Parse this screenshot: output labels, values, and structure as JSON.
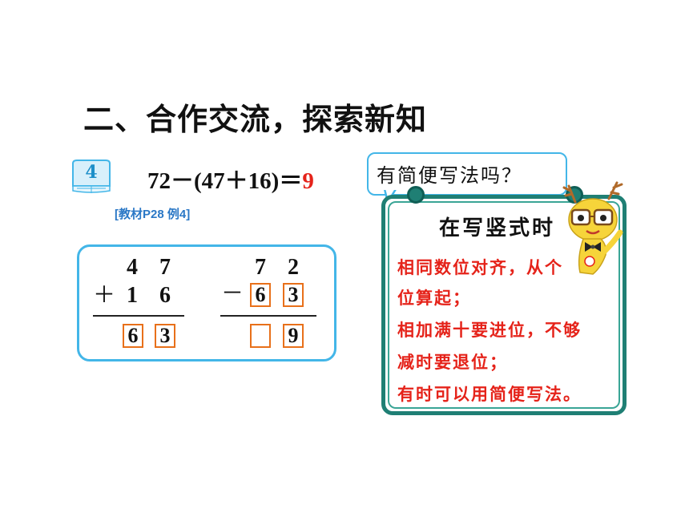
{
  "title": "二、合作交流，探索新知",
  "example": {
    "badge_number": "4",
    "equation_left": "72－(47＋16)＝",
    "equation_answer": "9",
    "textbook_ref": "[教材P28 例4]"
  },
  "vertical_calc": {
    "addition": {
      "top_digits": [
        "4",
        "7"
      ],
      "operator": "＋",
      "bottom_digits": [
        "1",
        "6"
      ],
      "result_digits": [
        "6",
        "3"
      ]
    },
    "subtraction": {
      "top_digits": [
        "7",
        "2"
      ],
      "operator": "－",
      "bottom_digits": [
        "6",
        "3"
      ],
      "result_digits": [
        "",
        "9"
      ]
    }
  },
  "bubble": {
    "text": "有简便写法吗？"
  },
  "tips": {
    "heading": "在写竖式时",
    "lines": [
      "相同数位对齐，从个",
      "位算起；",
      "相加满十要进位，不够",
      "减时要退位；",
      "有时可以用简便写法。"
    ]
  },
  "colors": {
    "accent_blue": "#43b6e8",
    "board_green": "#1f7f74",
    "highlight_red": "#e5231a",
    "box_orange": "#e8701a"
  }
}
